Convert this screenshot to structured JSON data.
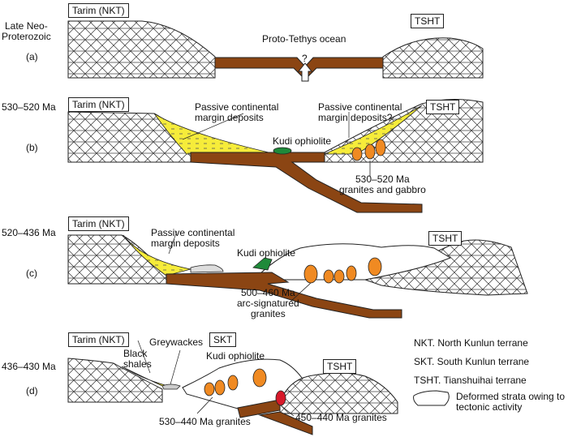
{
  "panels": [
    {
      "era": "Late Neo-\nProterozoic",
      "letter": "(a)"
    },
    {
      "era": "530–520 Ma",
      "letter": "(b)"
    },
    {
      "era": "520–436 Ma",
      "letter": "(c)"
    },
    {
      "era": "436–430 Ma",
      "letter": "(d)"
    }
  ],
  "labels": {
    "tarim": "Tarim (NKT)",
    "tsht": "TSHT",
    "skt": "SKT",
    "proto_tethys": "Proto-Tethys ocean",
    "question": "?",
    "passive_margin": "Passive continental\nmargin deposits",
    "passive_margin_q": "Passive continental\nmargin deposits?",
    "kudi": "Kudi ophiolite",
    "b_granites": "530–520 Ma\ngranites and gabbro",
    "c_granites": "500–460 Ma\narc-signatured\ngranites",
    "greywackes": "Greywackes",
    "black_shales": "Black\nshales",
    "d_granites": "530–440 Ma granites",
    "d_granites2": "450–440 Ma granites"
  },
  "legend": {
    "nkt": "NKT. North Kunlun terrane",
    "skt": "SKT. South Kunlun terrane",
    "tsht": "TSHT. Tianshuihai terrane",
    "deformed": "Deformed strata owing to\ntectonic activity"
  },
  "colors": {
    "crust": "#8b4513",
    "sediment": "#f6ec3a",
    "ophiolite": "#1f8a3a",
    "granite": "#f08a22",
    "granite_young": "#d7192a",
    "outline": "#222222"
  }
}
